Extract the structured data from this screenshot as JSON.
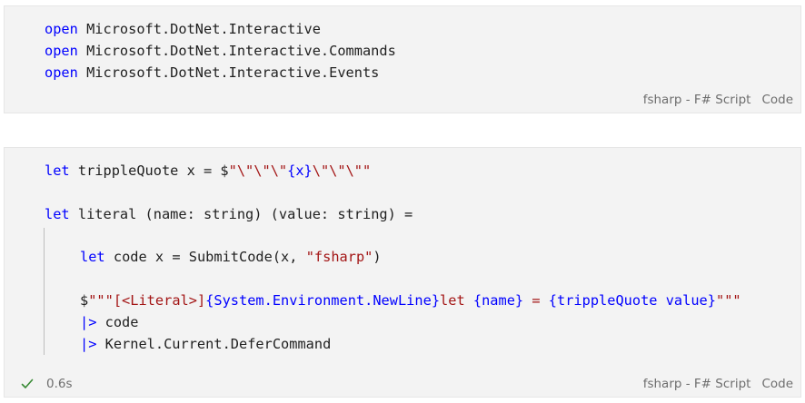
{
  "cells": [
    {
      "lines": [
        [
          "open",
          "Microsoft.DotNet.Interactive"
        ],
        [
          "open",
          "Microsoft.DotNet.Interactive.Commands"
        ],
        [
          "open",
          "Microsoft.DotNet.Interactive.Events"
        ]
      ],
      "language": "fsharp - F# Script",
      "kind": "Code"
    },
    {
      "line1": {
        "kw": "let",
        "text": "trippleQuote x = $",
        "str_a": "\"\\\"\\\"\\\"",
        "interp": "{x}",
        "str_b": "\\\"\\\"\\\"\""
      },
      "line2": {
        "kw": "let",
        "text": "literal (name: string) (value: string) ="
      },
      "line3": {
        "kw": "let",
        "text_a": "code x = SubmitCode(x, ",
        "str": "\"fsharp\"",
        "text_b": ")"
      },
      "line4": {
        "prefix": "$",
        "str_a": "\"\"\"[<Literal>]",
        "interp_a": "{System.Environment.NewLine}",
        "str_b": "let ",
        "interp_b": "{name}",
        "str_c": " = ",
        "interp_c": "{trippleQuote value}",
        "str_d": "\"\"\""
      },
      "line5": {
        "pipe": "|>",
        "text": " code"
      },
      "line6": {
        "pipe": "|>",
        "text": " Kernel.Current.DeferCommand"
      },
      "status": {
        "icon": "check-icon",
        "duration": "0.6s"
      },
      "language": "fsharp - F# Script",
      "kind": "Code"
    }
  ],
  "colors": {
    "keyword": "#0000ff",
    "string": "#a31515",
    "status_check": "#388a34"
  }
}
